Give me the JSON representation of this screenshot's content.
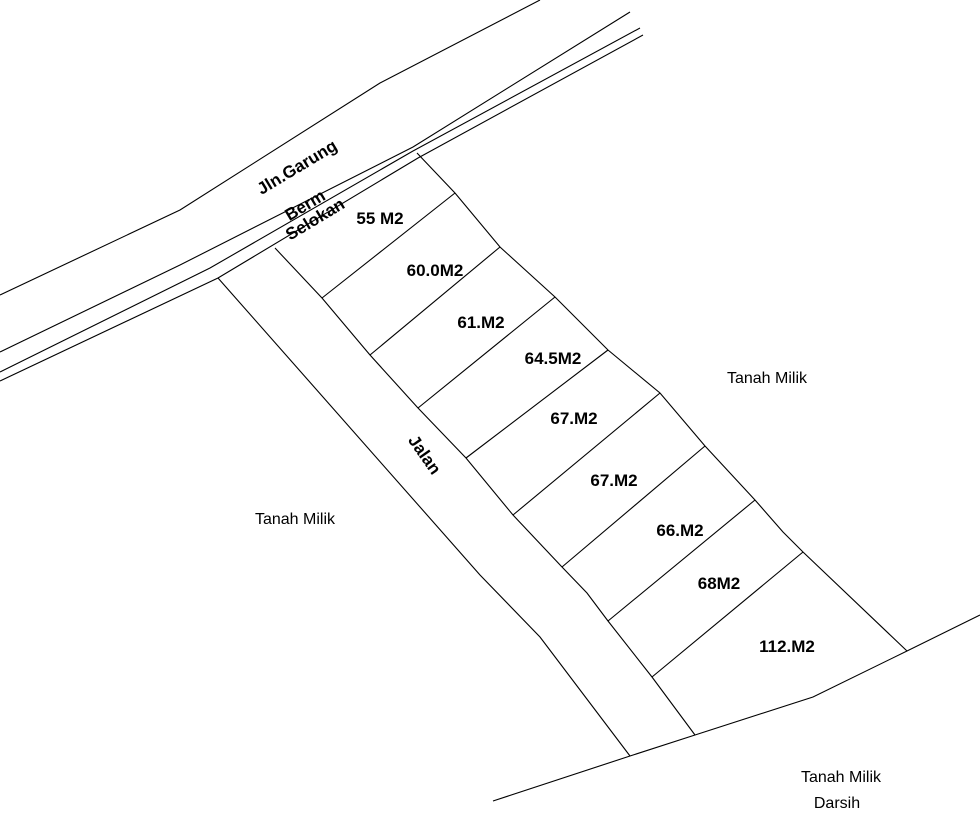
{
  "road": {
    "name": "Jln.Garung",
    "berm": "Berm",
    "drain": "Selokan",
    "access": "Jalan"
  },
  "plots": [
    {
      "area": "55 M2"
    },
    {
      "area": "60.0M2"
    },
    {
      "area": "61.M2"
    },
    {
      "area": "64.5M2"
    },
    {
      "area": "67.M2"
    },
    {
      "area": "67.M2"
    },
    {
      "area": "66.M2"
    },
    {
      "area": "68M2"
    },
    {
      "area": "112.M2"
    }
  ],
  "neighbors": {
    "east": "Tanah Milik",
    "west": "Tanah Milik",
    "south_line1": "Tanah Milik",
    "south_line2": "Darsih"
  }
}
